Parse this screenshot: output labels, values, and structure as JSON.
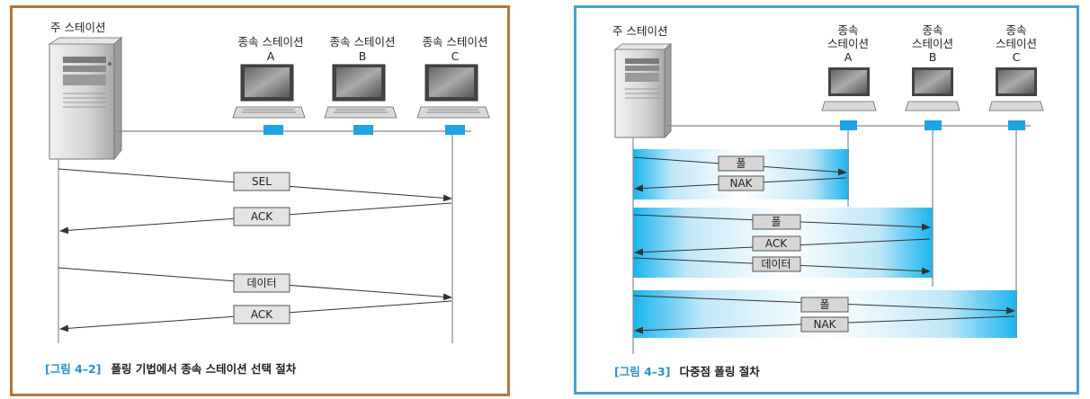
{
  "left_figure": {
    "master_label": "주 스테이션",
    "slaves": [
      {
        "label": "종속 스테이션",
        "letter": "A"
      },
      {
        "label": "종속 스테이션",
        "letter": "B"
      },
      {
        "label": "종속 스테이션",
        "letter": "C"
      }
    ],
    "messages": [
      "SEL",
      "ACK",
      "데이터",
      "ACK"
    ],
    "caption_tag": "[그림 4–2]",
    "caption_text": "폴링 기법에서 종속 스테이션 선택 절차"
  },
  "right_figure": {
    "master_label": "주 스테이션",
    "slaves": [
      {
        "line1": "종속",
        "line2": "스테이션",
        "letter": "A"
      },
      {
        "line1": "종속",
        "line2": "스테이션",
        "letter": "B"
      },
      {
        "line1": "종속",
        "line2": "스테이션",
        "letter": "C"
      }
    ],
    "groups": [
      {
        "messages": [
          "폴",
          "NAK"
        ]
      },
      {
        "messages": [
          "폴",
          "ACK",
          "데이터"
        ]
      },
      {
        "messages": [
          "폴",
          "NAK"
        ]
      }
    ],
    "caption_tag": "[그림 4–3]",
    "caption_text": "다중점 폴링 절차"
  },
  "colors": {
    "left_border": "#b5753a",
    "right_border": "#4aa3c8",
    "caption_blue": "#2a8fc6",
    "node_blue": "#1ea3e4",
    "band_cyan": "#18b4ee"
  }
}
